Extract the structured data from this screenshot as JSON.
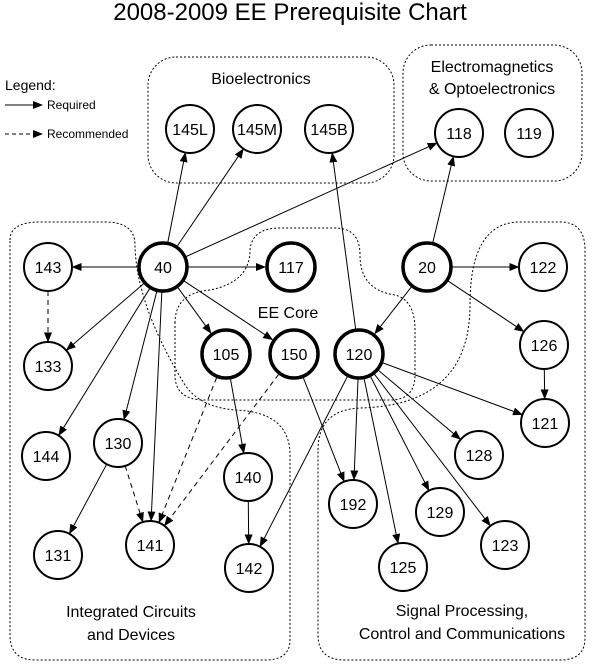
{
  "title": "2008-2009 EE Prerequisite Chart",
  "legend": {
    "title": "Legend:",
    "required": "Required",
    "recommended": "Recommended"
  },
  "groups": {
    "bio": [
      "Bioelectronics"
    ],
    "em": [
      "Electromagnetics",
      "& Optoelectronics"
    ],
    "core": [
      "EE Core"
    ],
    "ic": [
      "Integrated Circuits",
      "and Devices"
    ],
    "sp": [
      "Signal Processing,",
      "Control and Communications"
    ]
  },
  "nodes": [
    {
      "id": "145L",
      "label": "145L",
      "core": false
    },
    {
      "id": "145M",
      "label": "145M",
      "core": false
    },
    {
      "id": "145B",
      "label": "145B",
      "core": false
    },
    {
      "id": "118",
      "label": "118",
      "core": false
    },
    {
      "id": "119",
      "label": "119",
      "core": false
    },
    {
      "id": "143",
      "label": "143",
      "core": false
    },
    {
      "id": "40",
      "label": "40",
      "core": true
    },
    {
      "id": "117",
      "label": "117",
      "core": true
    },
    {
      "id": "20",
      "label": "20",
      "core": true
    },
    {
      "id": "122",
      "label": "122",
      "core": false
    },
    {
      "id": "133",
      "label": "133",
      "core": false
    },
    {
      "id": "105",
      "label": "105",
      "core": true
    },
    {
      "id": "150",
      "label": "150",
      "core": true
    },
    {
      "id": "120",
      "label": "120",
      "core": true
    },
    {
      "id": "126",
      "label": "126",
      "core": false
    },
    {
      "id": "121",
      "label": "121",
      "core": false
    },
    {
      "id": "144",
      "label": "144",
      "core": false
    },
    {
      "id": "130",
      "label": "130",
      "core": false
    },
    {
      "id": "128",
      "label": "128",
      "core": false
    },
    {
      "id": "140",
      "label": "140",
      "core": false
    },
    {
      "id": "131",
      "label": "131",
      "core": false
    },
    {
      "id": "141",
      "label": "141",
      "core": false
    },
    {
      "id": "142",
      "label": "142",
      "core": false
    },
    {
      "id": "192",
      "label": "192",
      "core": false
    },
    {
      "id": "129",
      "label": "129",
      "core": false
    },
    {
      "id": "125",
      "label": "125",
      "core": false
    },
    {
      "id": "123",
      "label": "123",
      "core": false
    }
  ],
  "edges": [
    {
      "from": "40",
      "to": "145L",
      "type": "required"
    },
    {
      "from": "40",
      "to": "145M",
      "type": "required"
    },
    {
      "from": "40",
      "to": "118",
      "type": "required"
    },
    {
      "from": "40",
      "to": "143",
      "type": "required"
    },
    {
      "from": "40",
      "to": "117",
      "type": "required"
    },
    {
      "from": "40",
      "to": "133",
      "type": "required"
    },
    {
      "from": "40",
      "to": "105",
      "type": "required"
    },
    {
      "from": "40",
      "to": "150",
      "type": "required"
    },
    {
      "from": "40",
      "to": "144",
      "type": "required"
    },
    {
      "from": "40",
      "to": "130",
      "type": "required"
    },
    {
      "from": "40",
      "to": "141",
      "type": "required"
    },
    {
      "from": "143",
      "to": "133",
      "type": "recommended"
    },
    {
      "from": "20",
      "to": "118",
      "type": "required"
    },
    {
      "from": "20",
      "to": "122",
      "type": "required"
    },
    {
      "from": "20",
      "to": "126",
      "type": "required"
    },
    {
      "from": "20",
      "to": "120",
      "type": "required"
    },
    {
      "from": "126",
      "to": "121",
      "type": "required"
    },
    {
      "from": "120",
      "to": "145B",
      "type": "required"
    },
    {
      "from": "120",
      "to": "121",
      "type": "required"
    },
    {
      "from": "120",
      "to": "128",
      "type": "required"
    },
    {
      "from": "120",
      "to": "129",
      "type": "required"
    },
    {
      "from": "120",
      "to": "123",
      "type": "required"
    },
    {
      "from": "120",
      "to": "125",
      "type": "required"
    },
    {
      "from": "120",
      "to": "192",
      "type": "required"
    },
    {
      "from": "120",
      "to": "142",
      "type": "required"
    },
    {
      "from": "105",
      "to": "140",
      "type": "required"
    },
    {
      "from": "105",
      "to": "141",
      "type": "recommended"
    },
    {
      "from": "150",
      "to": "141",
      "type": "recommended"
    },
    {
      "from": "150",
      "to": "192",
      "type": "required"
    },
    {
      "from": "130",
      "to": "131",
      "type": "required"
    },
    {
      "from": "130",
      "to": "141",
      "type": "recommended"
    },
    {
      "from": "140",
      "to": "142",
      "type": "required"
    }
  ]
}
